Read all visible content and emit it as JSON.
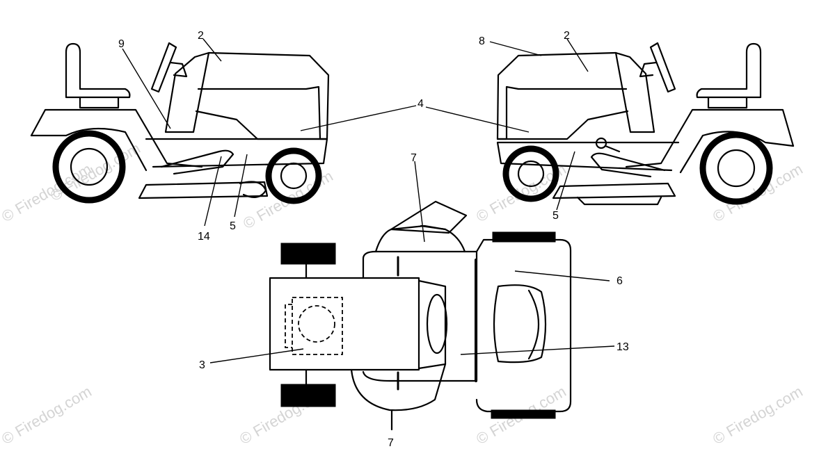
{
  "watermark": "© Firedog.com",
  "callouts": {
    "c2a": "2",
    "c9": "9",
    "c14": "14",
    "c5a": "5",
    "c4": "4",
    "c8": "8",
    "c2b": "2",
    "c5b": "5",
    "c7a": "7",
    "c6": "6",
    "c13": "13",
    "c3": "3",
    "c7b": "7"
  }
}
